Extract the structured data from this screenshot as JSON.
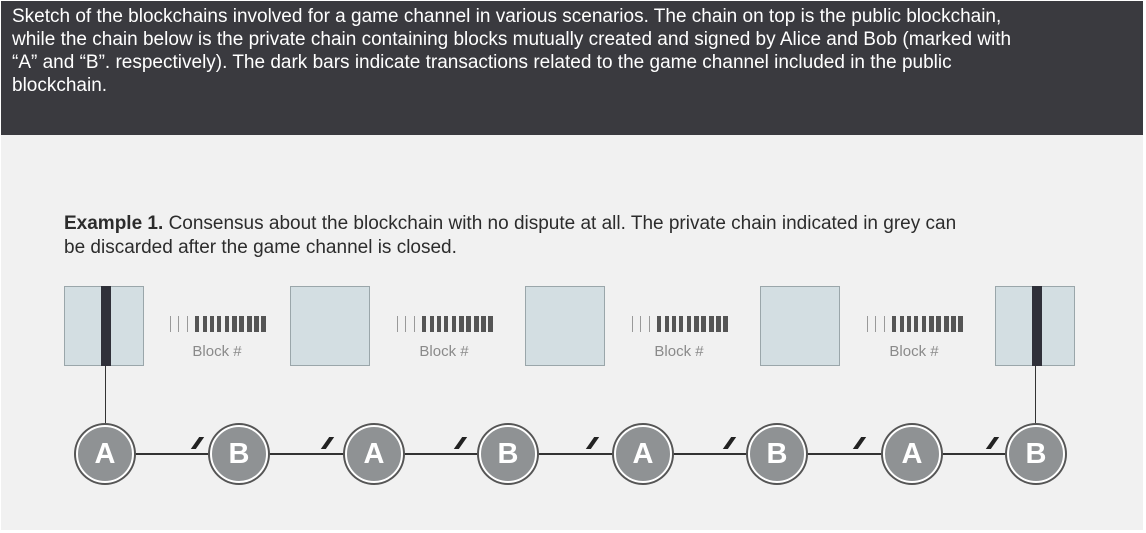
{
  "caption": {
    "line1": "Sketch of the blockchains involved for a game channel in various scenarios. The chain on top is the public blockchain,",
    "line2": "while the chain below is the private chain containing blocks mutually created and signed by Alice and Bob (marked with",
    "line3": "“A” and “B”. respectively). The dark bars indicate transactions related to the game channel included in the public",
    "line4": "blockchain."
  },
  "example": {
    "heading": "Example 1.",
    "line1": "Consensus about the blockchain with no dispute at all. The private chain indicated in grey can",
    "line2": "be discarded after the game channel is closed."
  },
  "public_chain": {
    "block_labels": [
      "Block #",
      "Block #",
      "Block #",
      "Block #"
    ]
  },
  "private_chain": {
    "nodes": [
      "A",
      "B",
      "A",
      "B",
      "A",
      "B",
      "A",
      "B"
    ]
  },
  "colors": {
    "caption_bg": "#3a3a3f",
    "block_fill": "#d3dee2",
    "tx_bar": "#2f3039",
    "node_fill": "#8f9294"
  }
}
